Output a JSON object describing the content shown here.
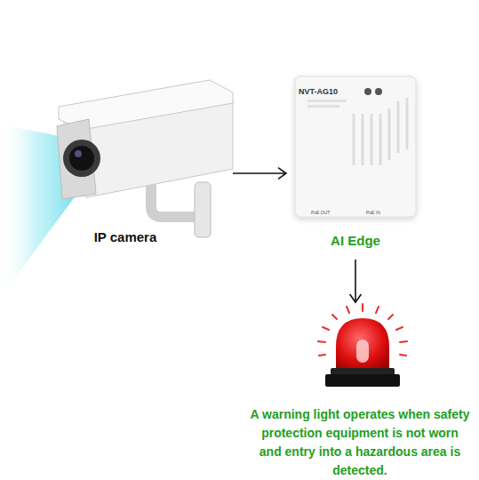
{
  "diagram": {
    "nodes": [
      {
        "text": [
          "IP camera"
        ]
      },
      {
        "text": [
          "NVT-AG10",
          "AI Edge"
        ]
      },
      {
        "text": [
          "A warning light operates when safety protection equipment is not worn and entry into a hazardous area is detected."
        ]
      }
    ],
    "edges": [
      {
        "from": 0,
        "to": 1,
        "arrow": "to"
      },
      {
        "from": 1,
        "to": 2,
        "arrow": "to"
      }
    ],
    "labels": [
      "PoE OUT",
      "PoE IN"
    ]
  }
}
